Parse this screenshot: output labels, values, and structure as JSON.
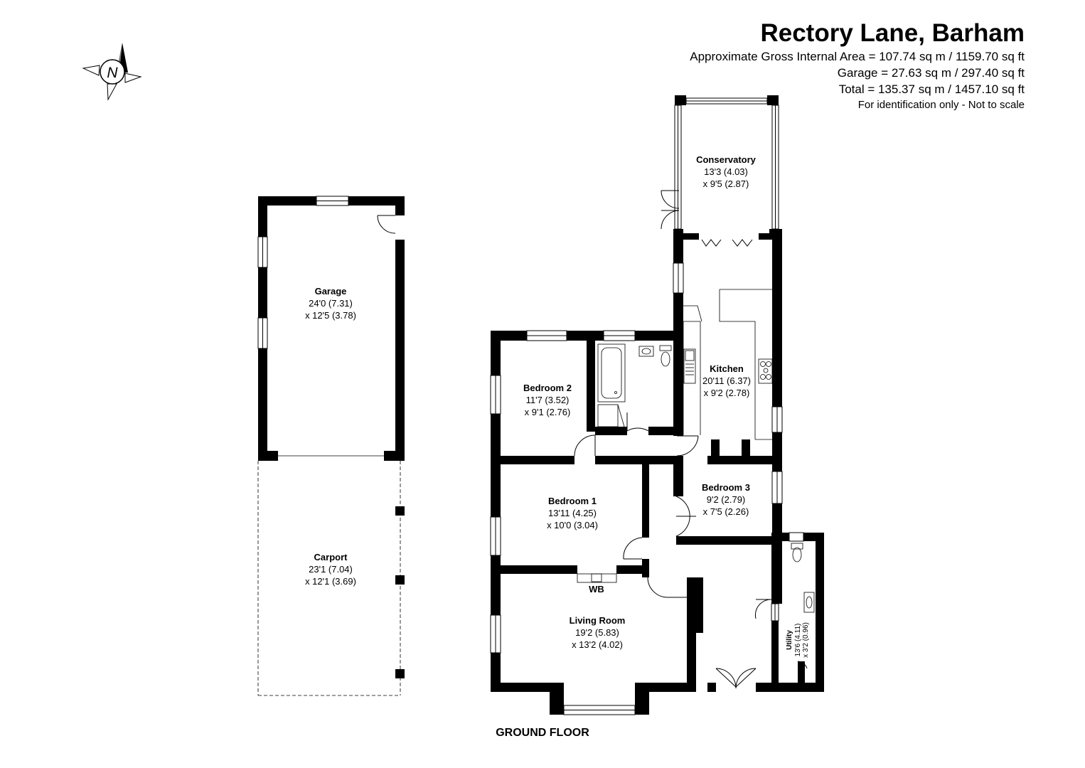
{
  "header": {
    "title": "Rectory Lane, Barham",
    "gia": "Approximate Gross Internal Area = 107.74 sq m / 1159.70 sq ft",
    "garage": "Garage = 27.63 sq m / 297.40 sq ft",
    "total": "Total = 135.37 sq m / 1457.10 sq ft",
    "note": "For identification only - Not to scale"
  },
  "compass": {
    "label": "N"
  },
  "rooms": {
    "conservatory": {
      "name": "Conservatory",
      "dim1": "13'3 (4.03)",
      "dim2": "x 9'5 (2.87)"
    },
    "garage": {
      "name": "Garage",
      "dim1": "24'0 (7.31)",
      "dim2": "x 12'5 (3.78)"
    },
    "carport": {
      "name": "Carport",
      "dim1": "23'1 (7.04)",
      "dim2": "x 12'1 (3.69)"
    },
    "bedroom2": {
      "name": "Bedroom 2",
      "dim1": "11'7 (3.52)",
      "dim2": "x 9'1 (2.76)"
    },
    "kitchen": {
      "name": "Kitchen",
      "dim1": "20'11 (6.37)",
      "dim2": "x 9'2 (2.78)"
    },
    "bedroom1": {
      "name": "Bedroom 1",
      "dim1": "13'11 (4.25)",
      "dim2": "x 10'0 (3.04)"
    },
    "bedroom3": {
      "name": "Bedroom 3",
      "dim1": "9'2 (2.79)",
      "dim2": "x 7'5 (2.26)"
    },
    "living": {
      "name": "Living Room",
      "dim1": "19'2 (5.83)",
      "dim2": "x 13'2 (4.02)"
    },
    "utility": {
      "name": "Utility",
      "dim1": "13'6 (4.11)",
      "dim2": "x 3'2 (0.96)"
    }
  },
  "fixtures": {
    "wb": "WB"
  },
  "floor_label": "GROUND FLOOR"
}
